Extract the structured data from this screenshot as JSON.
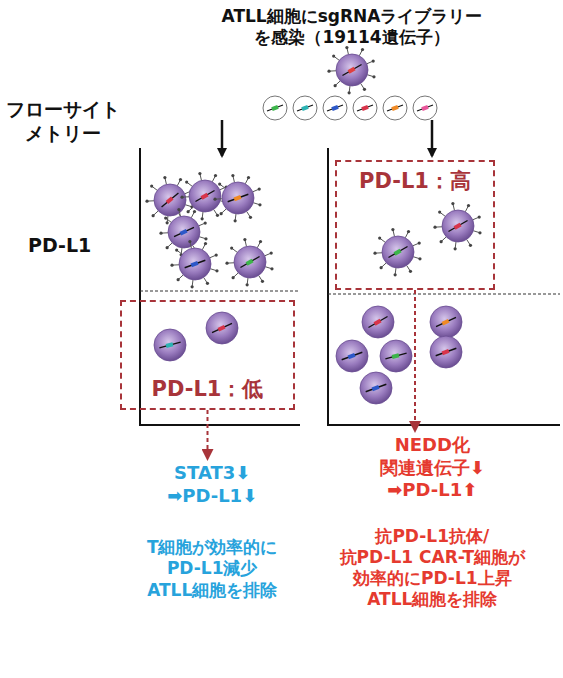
{
  "diagram": {
    "title": "ATLL細胞にsgRNAライブラリー を感染（19114遺伝子）",
    "nodes": [
      {
        "text": [
          "PD-L1：低"
        ]
      },
      {
        "text": [
          "PD-L1：高"
        ]
      },
      {
        "text": [
          "STAT3⬇ ➡PD-L1⬇",
          "T細胞が効率的に PD-L1減少 ATLL細胞を排除"
        ]
      },
      {
        "text": [
          "NEDD化 関連遺伝子⬇ ➡PD-L1⬆",
          "抗PD-L1抗体/ 抗PD-L1 CAR-T細胞が 効率的にPD-L1上昇 ATLL細胞を排除"
        ]
      }
    ],
    "edges": [
      {
        "from": 0,
        "to": 2,
        "arrow": "to"
      },
      {
        "from": 1,
        "to": 3,
        "arrow": "to"
      }
    ],
    "labels": [
      "フローサイト メトリー",
      "PD-L1"
    ]
  }
}
